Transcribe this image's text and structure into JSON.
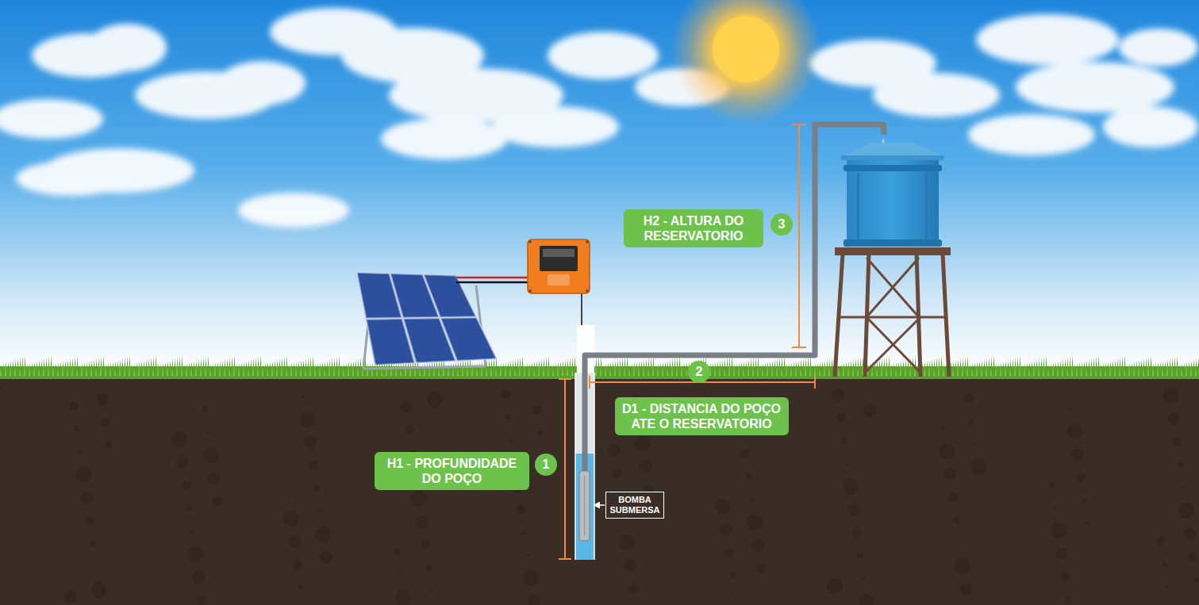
{
  "diagram": {
    "nodes": [
      {
        "text": [
          "H2 - ALTURA DO RESERVATORIO"
        ]
      },
      {
        "text": [
          "D1 - DISTANCIA DO POÇO ATE O RESERVATORIO"
        ]
      },
      {
        "text": [
          "H1 - PROFUNDIDADE DO POÇO"
        ]
      },
      {
        "text": [
          "BOMBA SUBMERSA"
        ]
      }
    ],
    "labels": [
      "3",
      "2",
      "1"
    ]
  }
}
